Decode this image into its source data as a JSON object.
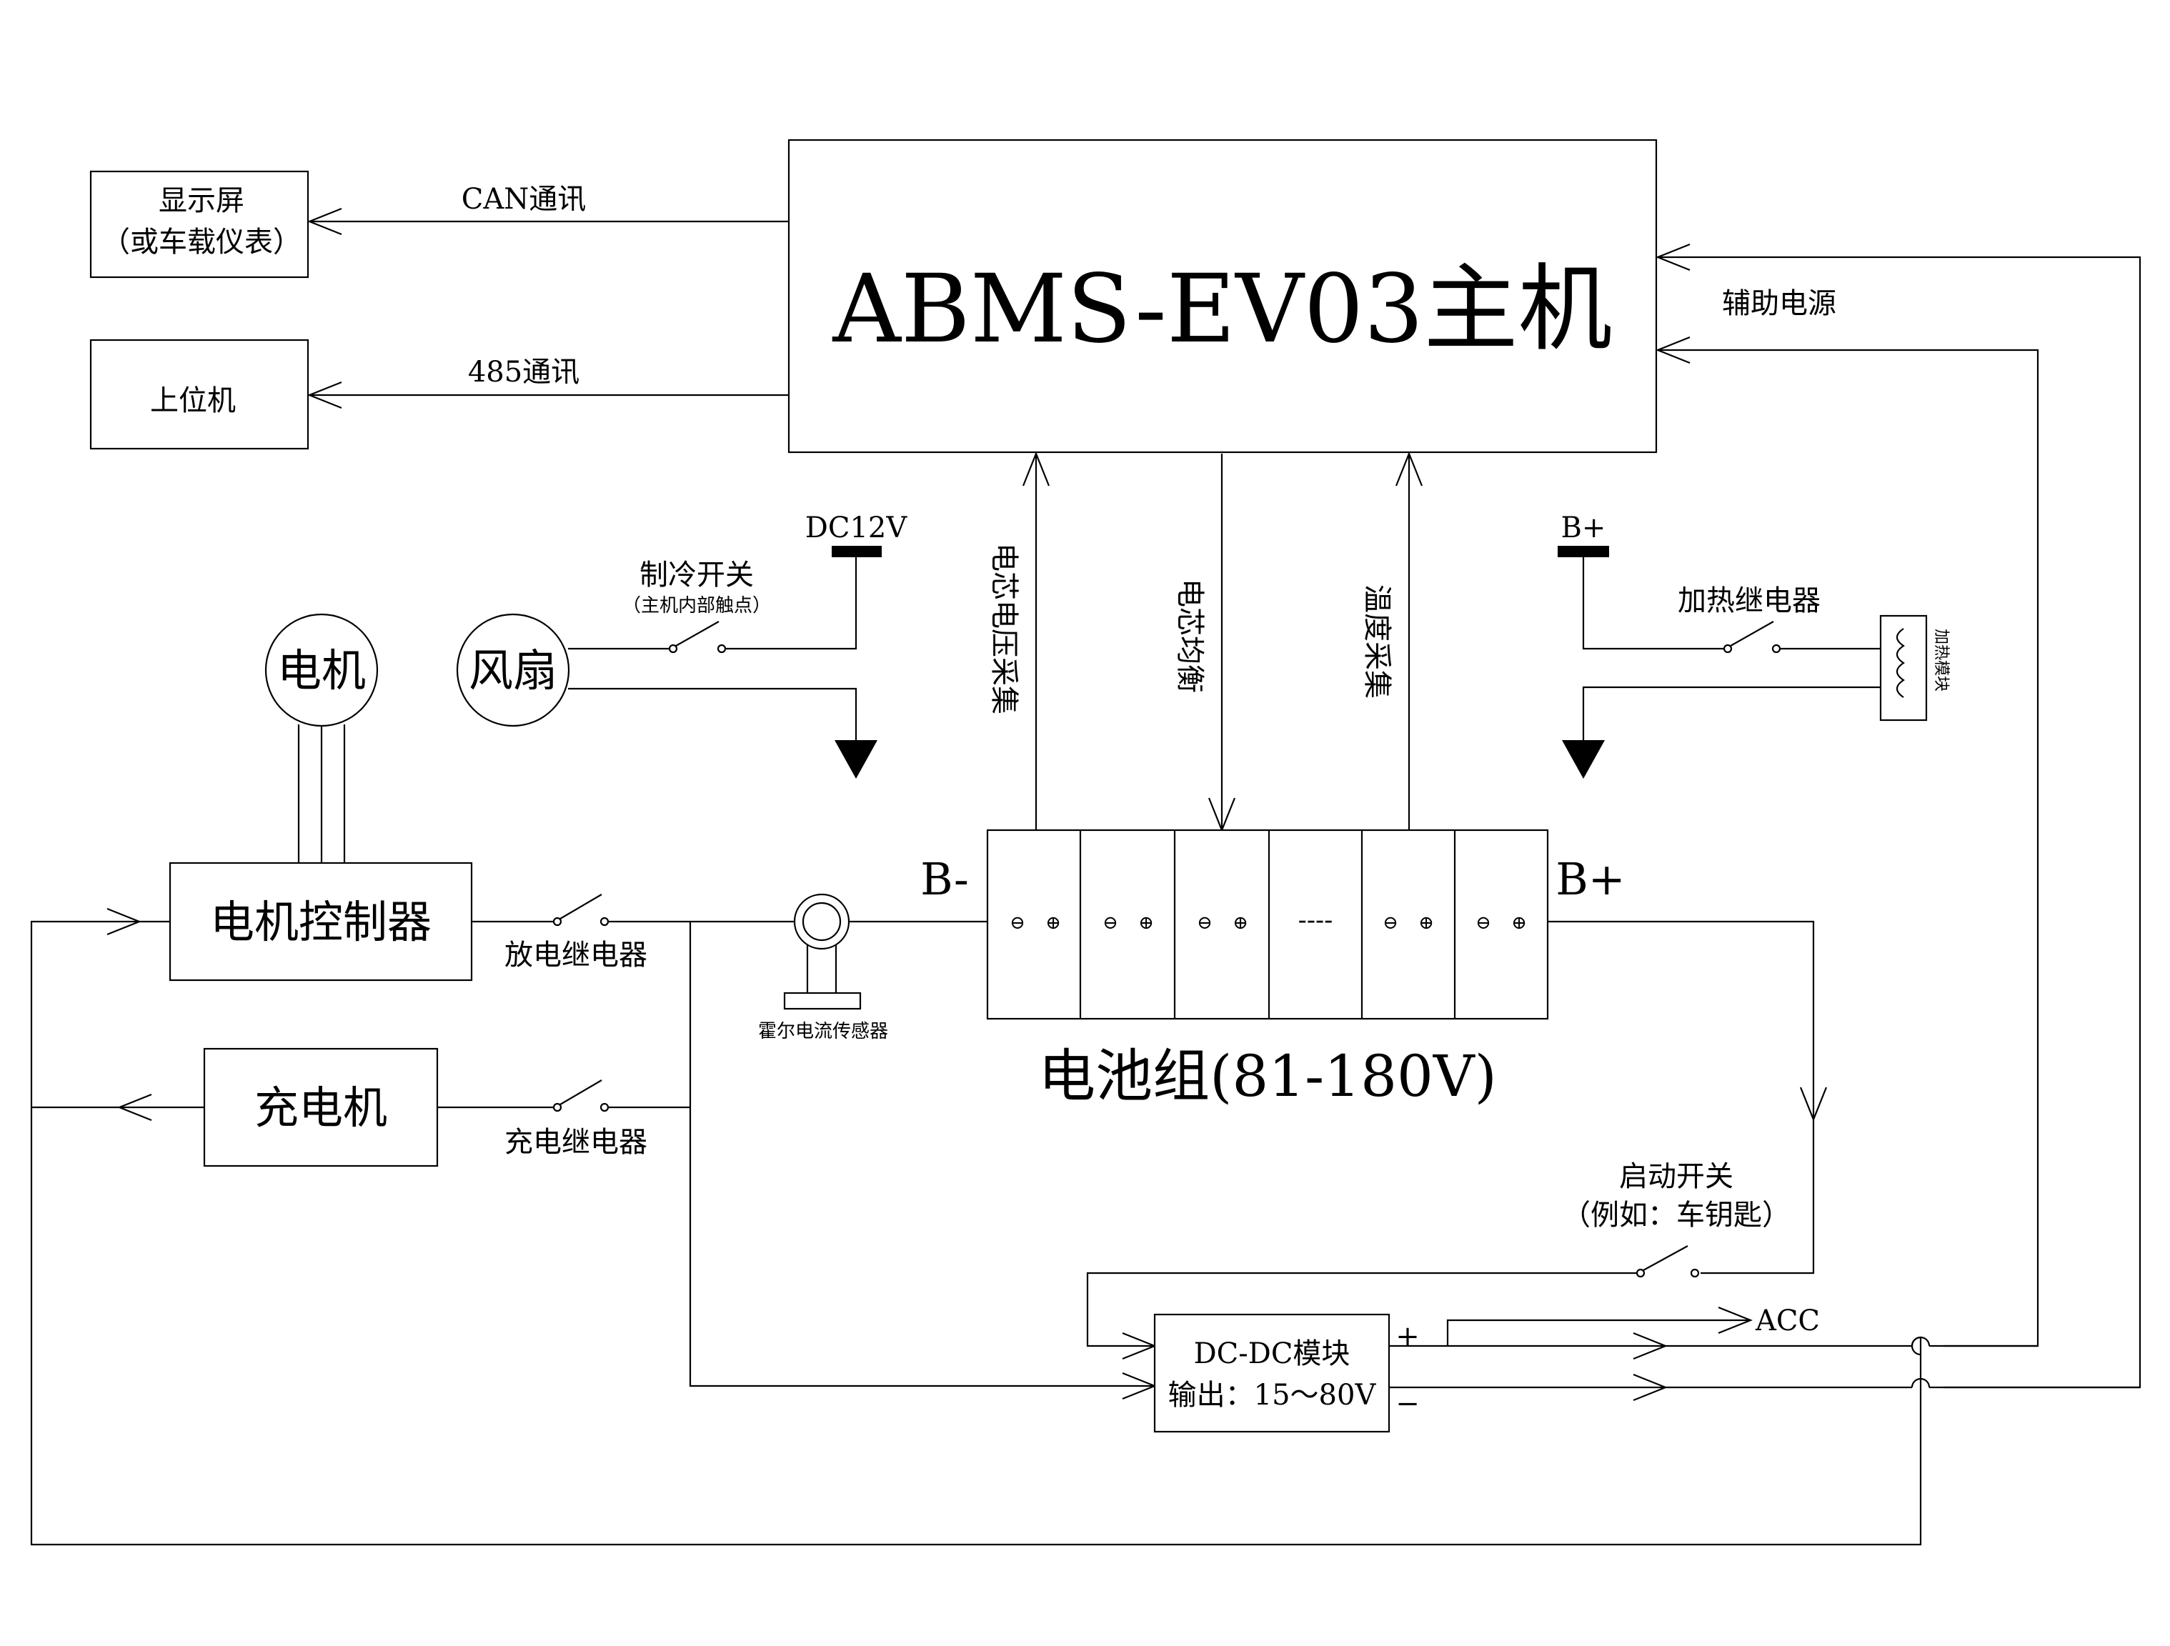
{
  "main_unit": {
    "title": "ABMS-EV03主机"
  },
  "display": {
    "line1": "显示屏",
    "line2": "（或车载仪表）"
  },
  "host_pc": {
    "label": "上位机"
  },
  "links": {
    "can": "CAN通讯",
    "rs485": "485通讯",
    "aux_power": "辅助电源"
  },
  "motor": {
    "label": "电机"
  },
  "fan": {
    "label": "风扇"
  },
  "motor_controller": {
    "label": "电机控制器"
  },
  "charger": {
    "label": "充电机"
  },
  "cooling_switch": {
    "label": "制冷开关",
    "sub": "（主机内部触点）",
    "supply": "DC12V"
  },
  "heating": {
    "supply": "B+",
    "relay": "加热继电器",
    "module": "加热模块"
  },
  "signals": {
    "voltage": "电芯电压采集",
    "balance": "电芯均衡",
    "temperature": "温度采集"
  },
  "battery": {
    "label": "电池组(81-180V)",
    "neg": "B-",
    "pos": "B+",
    "ellipsis": "----",
    "cell_neg": "⊖",
    "cell_pos": "⊕"
  },
  "discharge_relay": {
    "label": "放电继电器"
  },
  "charge_relay": {
    "label": "充电继电器"
  },
  "hall_sensor": {
    "label": "霍尔电流传感器"
  },
  "start_switch": {
    "line1": "启动开关",
    "line2": "（例如：车钥匙）"
  },
  "dcdc": {
    "line1": "DC-DC模块",
    "line2": "输出：15～80V",
    "plus": "+",
    "minus": "−",
    "acc": "ACC"
  }
}
